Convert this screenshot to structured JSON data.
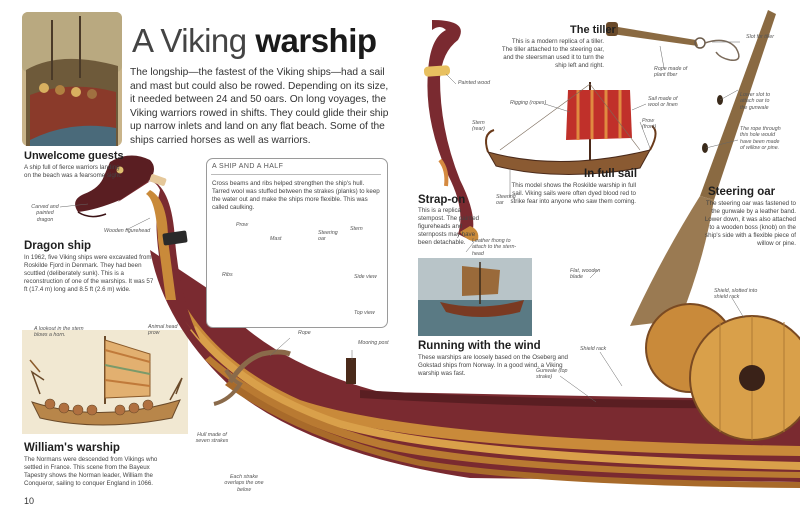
{
  "title": {
    "light": "A Viking",
    "bold": "warship"
  },
  "intro": "The longship—the fastest of the Viking ships—had a sail and mast but could also be rowed. Depending on its size, it needed between 24 and 50 oars. On long voyages, the Viking warriors rowed in shifts. They could glide their ship up narrow inlets and land on any flat beach. Some of the ships carried horses as well as warriors.",
  "unwelcome": {
    "heading": "Unwelcome guests",
    "text": "A ship full of fierce warriors landing on the beach was a fearsome sight."
  },
  "dragon": {
    "heading": "Dragon ship",
    "text": "In 1962, five Viking ships were excavated from Roskilde Fjord in Denmark. They had been scuttled (deliberately sunk). This is a reconstruction of one of the warships. It was 57 ft (17.4 m) long and 8.5 ft (2.6 m) wide."
  },
  "william": {
    "heading": "William's warship",
    "text": "The Normans were descended from Vikings who settled in France. This scene from the Bayeux Tapestry shows the Norman leader, William the Conqueror, sailing to conquer England in 1066."
  },
  "ship_box": {
    "heading": "A SHIP AND A HALF",
    "text": "Cross beams and ribs helped strengthen the ship's hull. Tarred wool was stuffed between the strakes (planks) to keep the water out and make the ships more flexible. This was called caulking."
  },
  "strapon": {
    "heading": "Strap-on",
    "text": "This is a replica stempost. The painted figureheads and sternposts may have been detachable."
  },
  "tiller": {
    "heading": "The tiller",
    "text": "This is a modern replica of a tiller. The tiller attached to the steering oar, and the steersman used it to turn the ship left and right."
  },
  "fullsail": {
    "heading": "In full sail",
    "text": "This model shows the Roskilde warship in full sail. Viking sails were often dyed blood red to strike fear into anyone who saw them coming."
  },
  "steering": {
    "heading": "Steering oar",
    "text": "The steering oar was fastened to the gunwale by a leather band. Lower down, it was also attached to a wooden boss (knob) on the ship's side with a flexible piece of willow or pine."
  },
  "running": {
    "heading": "Running with the wind",
    "text": "These warships are loosely based on the Oseberg and Gokstad ships from Norway. In a good wind, a Viking warship was fast."
  },
  "annotations": {
    "carved": "Carved and painted dragon",
    "figurehead": "Wooden figurehead",
    "lookout": "A lookout in the stern blows a horn.",
    "animal_prow": "Animal head prow",
    "rope": "Rope",
    "mooring": "Mooring post",
    "hull": "Hull made of seven strakes",
    "strake": "Each strake overlaps the one below",
    "painted_wood": "Painted wood",
    "leather_thong": "Leather thong to attach to the stern-head",
    "rigging": "Rigging (ropes)",
    "stern": "Stern (rear)",
    "steering_oar_small": "Steering oar",
    "sail_made": "Sail made of wool or linen",
    "prow_front": "Prow (front)",
    "rope_fiber": "Rope made of plant fiber",
    "slot_tiller": "Slot for tiller",
    "lower_slot": "Lower slot to attach oar to the gunwale",
    "rope_through": "The rope through this hole would have been made of willow or pine.",
    "flat_blade": "Flat, wooden blade",
    "shield_slotted": "Shield, slotted into shield rack",
    "shield_rack": "Shield rack",
    "gunwale": "Gunwale (top strake)",
    "prow_small": "Prow",
    "mast": "Mast",
    "steering_oar_diag": "Steering oar",
    "stern_diag": "Stern",
    "ribs": "Ribs",
    "side_view": "Side view",
    "top_view": "Top view"
  },
  "page_number": "10",
  "colors": {
    "hull_red": "#7a2a30",
    "hull_wood": "#c98a3a",
    "sail_red": "#c0302a",
    "oar": "#8a6a42"
  }
}
